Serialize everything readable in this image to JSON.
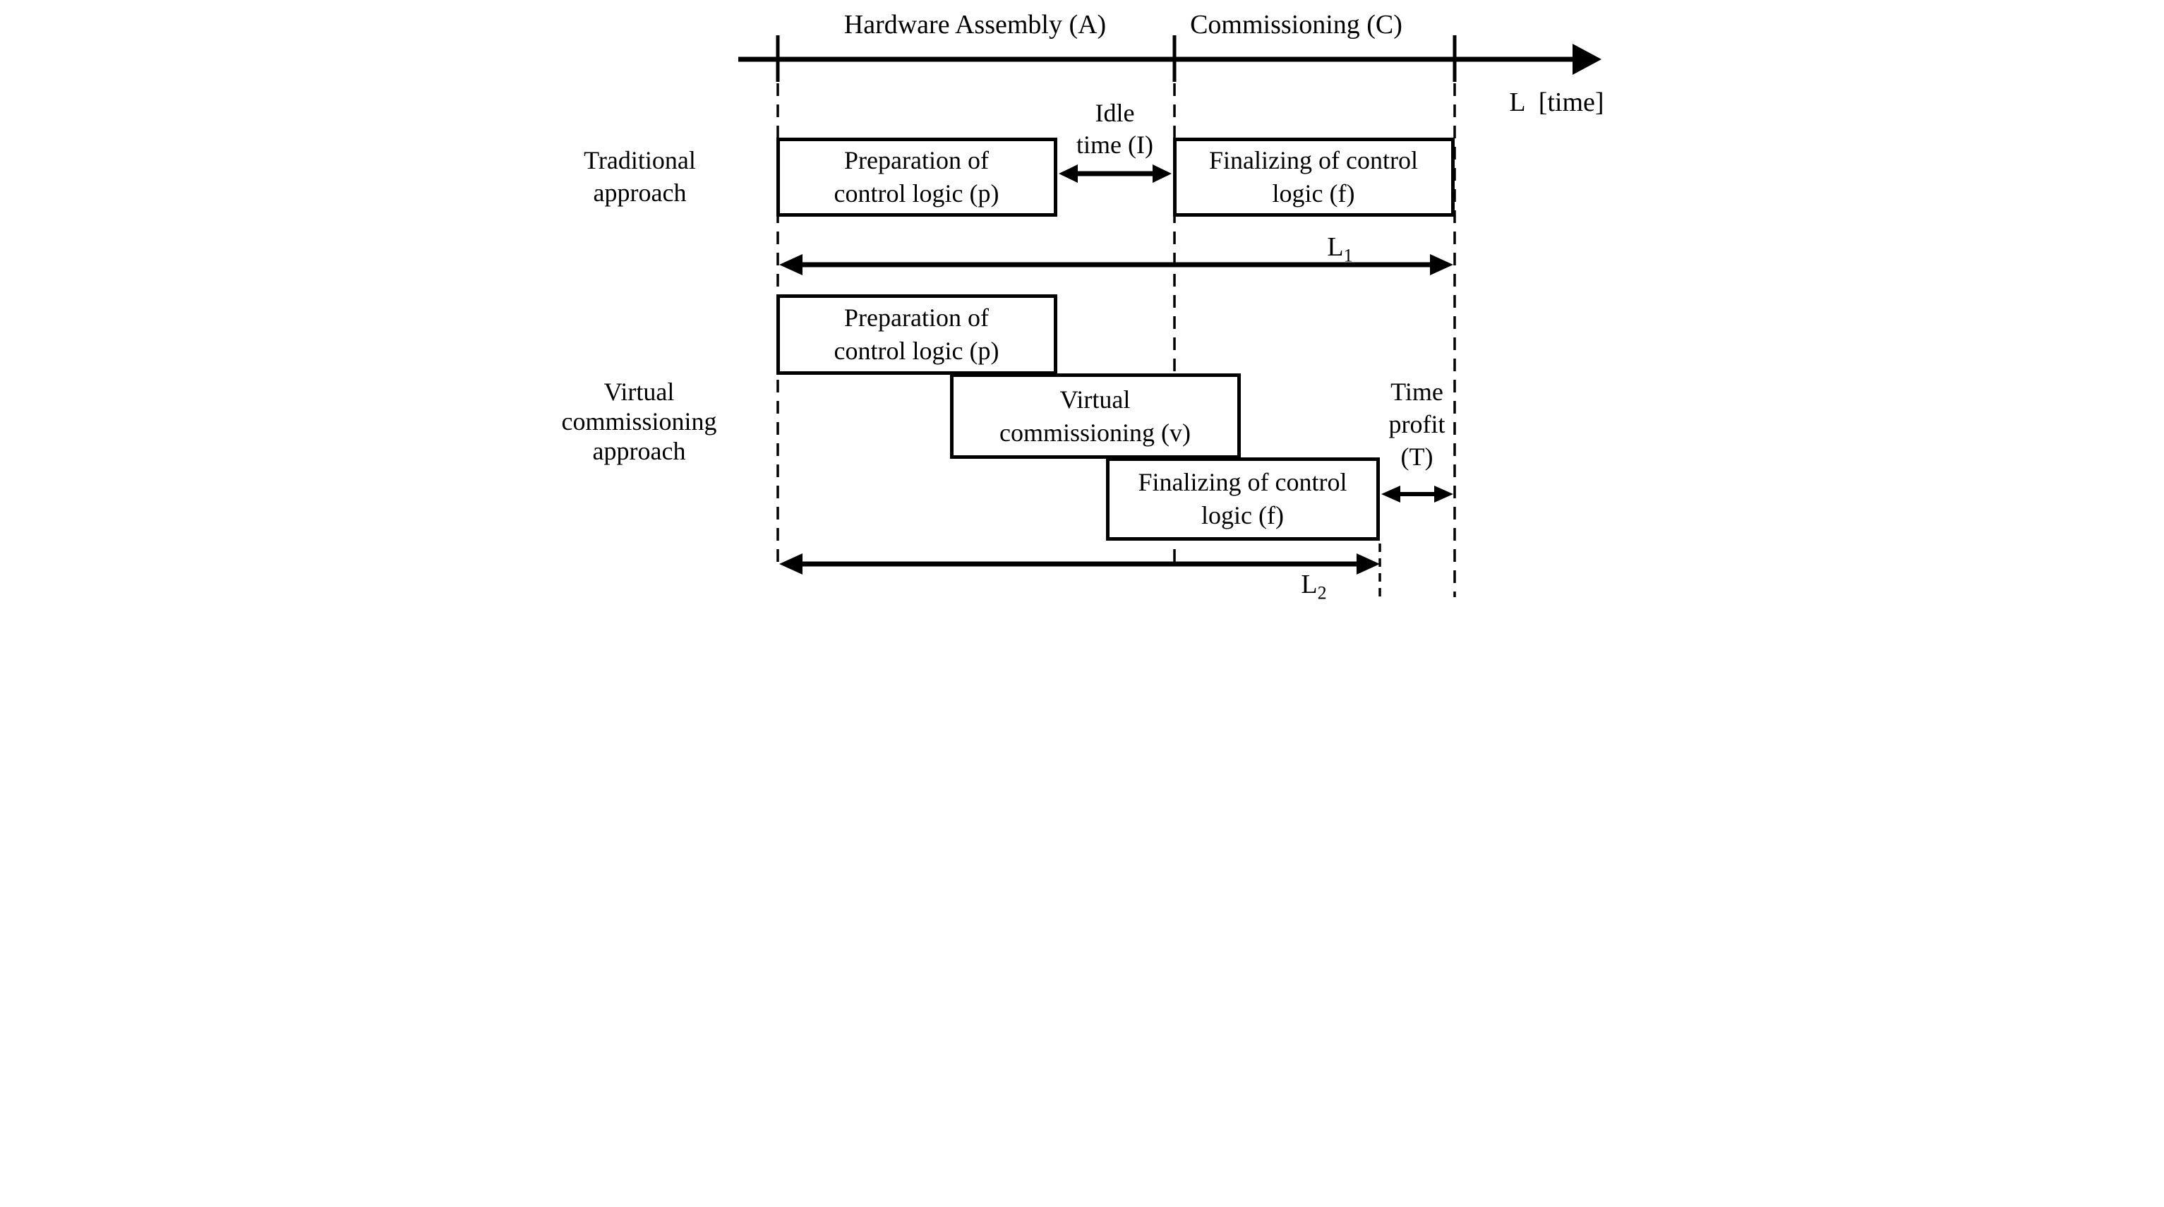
{
  "header": {
    "hardware_assembly_label": "Hardware Assembly (A)",
    "commissioning_label": "Commissioning (C)",
    "time_axis_label": "L [time]"
  },
  "traditional_row": {
    "label_line1": "Traditional",
    "label_line2": "approach",
    "preparation_line1": "Preparation of",
    "preparation_line2": "control logic (p)",
    "idle_line1": "Idle",
    "idle_line2": "time (I)",
    "finalizing_line1": "Finalizing of control",
    "finalizing_line2": "logic (f)",
    "lead_time_main": "L",
    "lead_time_sub": "1"
  },
  "virtual_row": {
    "label_line1": "Virtual",
    "label_line2": "commissioning",
    "label_line3": "approach",
    "preparation_line1": "Preparation of",
    "preparation_line2": "control logic (p)",
    "vc_line1": "Virtual",
    "vc_line2": "commissioning (v)",
    "finalizing_line1": "Finalizing of control",
    "finalizing_line2": "logic (f)",
    "time_profit_line1": "Time",
    "time_profit_line2": "profit",
    "time_profit_line3": "(T)",
    "lead_time_main": "L",
    "lead_time_sub": "2"
  },
  "colors": {
    "ink": "#000000",
    "background": "#ffffff"
  }
}
